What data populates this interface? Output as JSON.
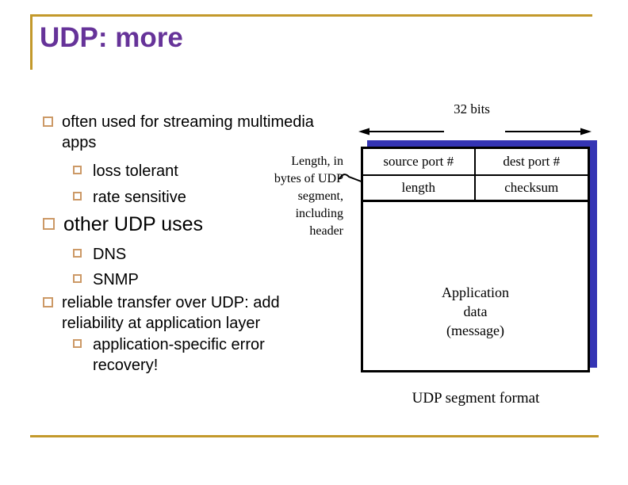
{
  "slide": {
    "title": "UDP: more",
    "colors": {
      "gold_rule": "#C3992B",
      "title_purple": "#663399",
      "table_shadow_blue": "#3434B4",
      "bullet_tan": "#CC9966",
      "text_black": "#000000"
    }
  },
  "content": {
    "bullets": [
      {
        "level": 1,
        "text": "often used for streaming multimedia\napps"
      },
      {
        "level": 2,
        "text": "loss tolerant"
      },
      {
        "level": 2,
        "text": "rate sensitive"
      },
      {
        "level": 1,
        "text": "other UDP uses"
      },
      {
        "level": 2,
        "text": "DNS"
      },
      {
        "level": 2,
        "text": "SNMP"
      },
      {
        "level": 1,
        "text": "reliable transfer over UDP: add\nreliability at application layer"
      },
      {
        "level": 2,
        "text": "application-specific error\nrecovery!"
      }
    ]
  },
  "annotation": {
    "text": "Length, in\nbytes of UDP\nsegment,\nincluding\nheader"
  },
  "diagram": {
    "bits_label": "32 bits",
    "cells": {
      "source_port": "source port #",
      "dest_port": "dest port #",
      "length": "length",
      "checksum": "checksum"
    },
    "app_data": "Application\ndata\n(message)",
    "caption": "UDP segment format"
  }
}
